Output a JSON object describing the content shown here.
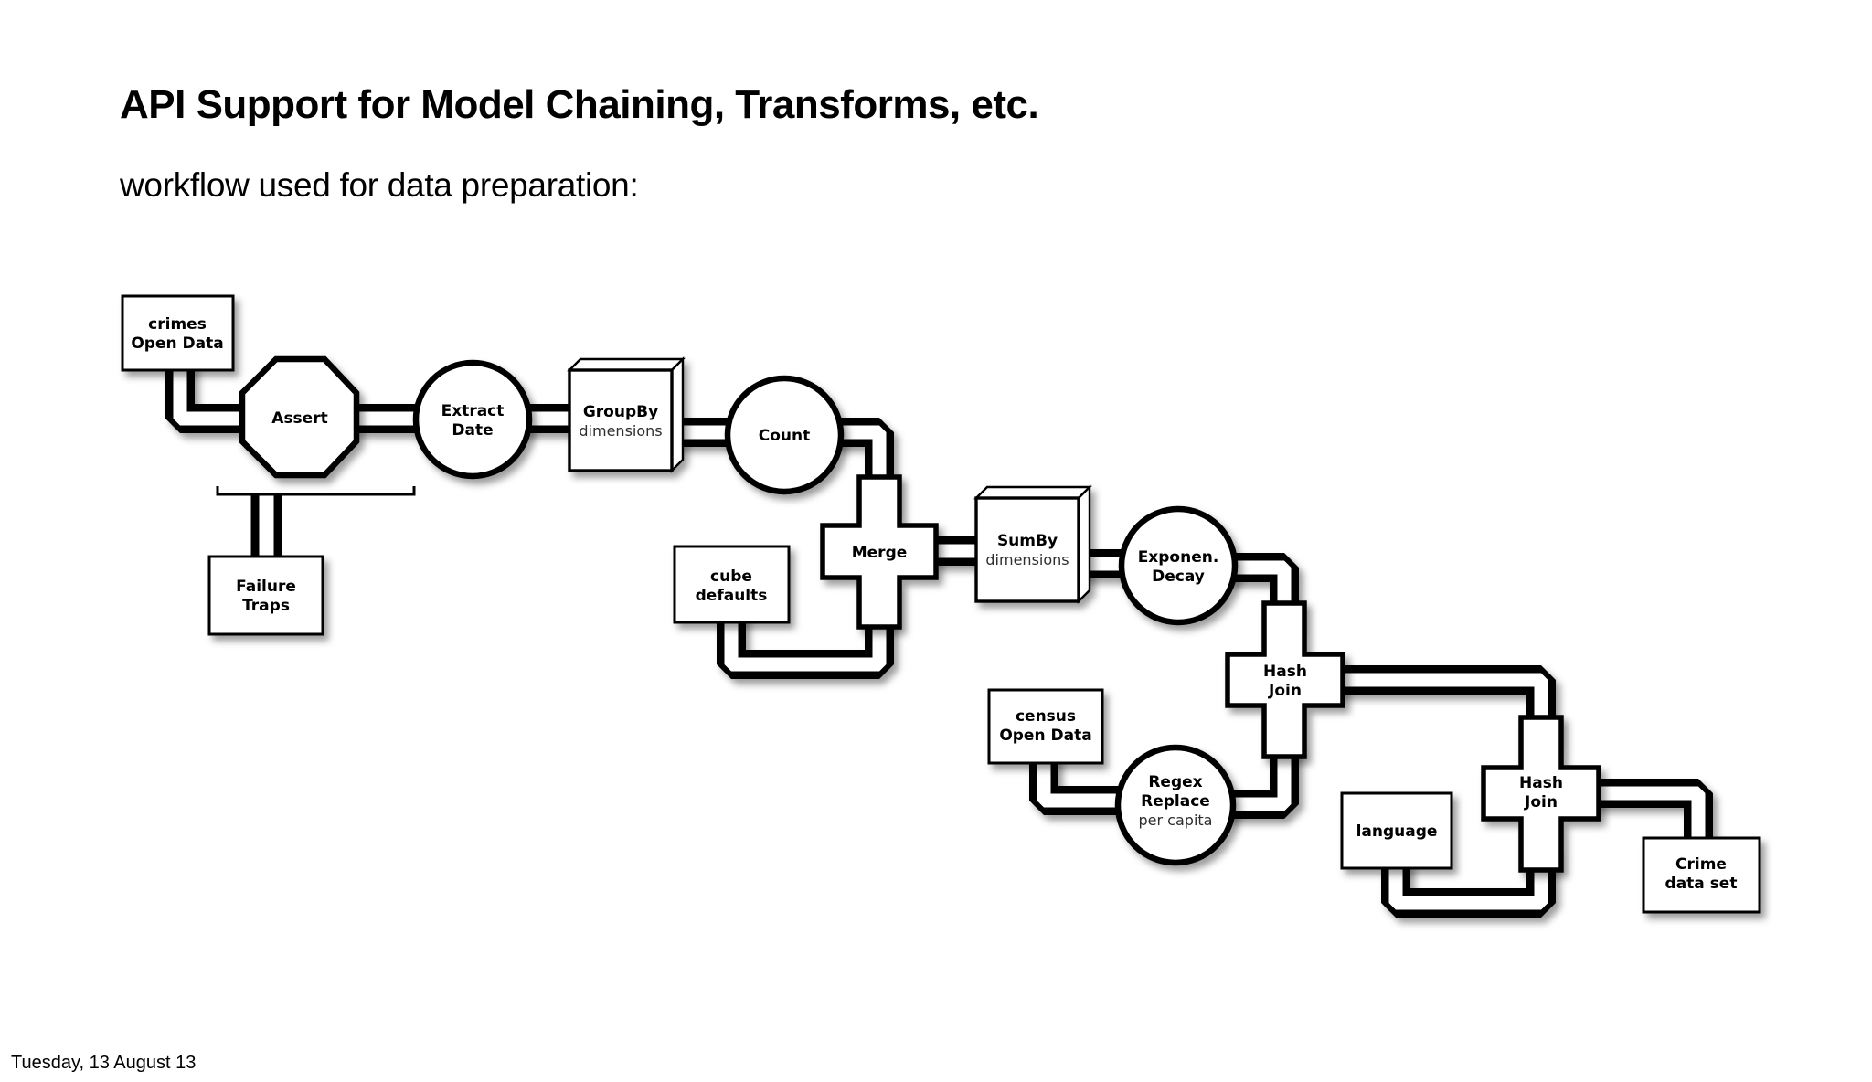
{
  "slide": {
    "title": "API Support for Model Chaining, Transforms, etc.",
    "subtitle": "workflow used for data preparation:",
    "footer": "Tuesday, 13 August 13"
  },
  "diagram": {
    "colors": {
      "ink": "#000000",
      "paper": "#ffffff",
      "secondary_text": "#2e2e2e"
    },
    "nodes": [
      {
        "id": "crimes-open-data",
        "shape": "rect",
        "lines": [
          "crimes",
          "Open Data"
        ]
      },
      {
        "id": "assert",
        "shape": "octagon",
        "lines": [
          "Assert"
        ]
      },
      {
        "id": "extract-date",
        "shape": "circle",
        "lines": [
          "Extract",
          "Date"
        ]
      },
      {
        "id": "groupby",
        "shape": "box3d",
        "lines": [
          "GroupBy",
          "dimensions"
        ]
      },
      {
        "id": "count",
        "shape": "circle",
        "lines": [
          "Count"
        ]
      },
      {
        "id": "merge",
        "shape": "cross",
        "lines": [
          "Merge"
        ]
      },
      {
        "id": "cube-defaults",
        "shape": "rect",
        "lines": [
          "cube",
          "defaults"
        ]
      },
      {
        "id": "sumby",
        "shape": "box3d",
        "lines": [
          "SumBy",
          "dimensions"
        ]
      },
      {
        "id": "exponen-decay",
        "shape": "circle",
        "lines": [
          "Exponen.",
          "Decay"
        ]
      },
      {
        "id": "hash-join-1",
        "shape": "cross",
        "lines": [
          "Hash",
          "Join"
        ]
      },
      {
        "id": "census-open-data",
        "shape": "rect",
        "lines": [
          "census",
          "Open Data"
        ]
      },
      {
        "id": "regex-replace",
        "shape": "circle",
        "lines": [
          "Regex",
          "Replace",
          "per capita"
        ]
      },
      {
        "id": "language",
        "shape": "rect",
        "lines": [
          "language"
        ]
      },
      {
        "id": "hash-join-2",
        "shape": "cross",
        "lines": [
          "Hash",
          "Join"
        ]
      },
      {
        "id": "crime-data-set",
        "shape": "rect",
        "lines": [
          "Crime",
          "data set"
        ]
      },
      {
        "id": "failure-traps",
        "shape": "rect",
        "lines": [
          "Failure",
          "Traps"
        ]
      }
    ],
    "edges": [
      {
        "from": "crimes-open-data",
        "to": "assert"
      },
      {
        "from": "assert",
        "to": "extract-date"
      },
      {
        "from": "extract-date",
        "to": "groupby"
      },
      {
        "from": "groupby",
        "to": "count"
      },
      {
        "from": "count",
        "to": "merge"
      },
      {
        "from": "cube-defaults",
        "to": "merge"
      },
      {
        "from": "merge",
        "to": "sumby"
      },
      {
        "from": "sumby",
        "to": "exponen-decay"
      },
      {
        "from": "exponen-decay",
        "to": "hash-join-1"
      },
      {
        "from": "census-open-data",
        "to": "regex-replace"
      },
      {
        "from": "regex-replace",
        "to": "hash-join-1"
      },
      {
        "from": "hash-join-1",
        "to": "hash-join-2"
      },
      {
        "from": "language",
        "to": "hash-join-2"
      },
      {
        "from": "hash-join-2",
        "to": "crime-data-set"
      },
      {
        "from": "assert",
        "to": "failure-traps",
        "style": "trap"
      }
    ]
  }
}
